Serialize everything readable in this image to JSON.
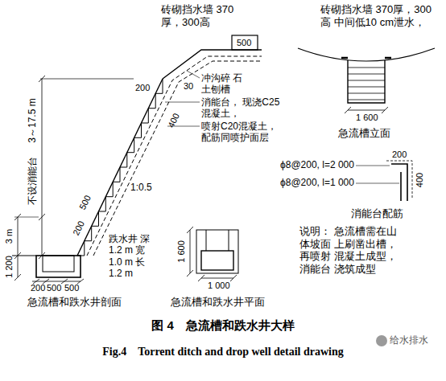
{
  "diagram": {
    "caption": "图 4　急流槽和跌水井大样",
    "labels": [
      "砖砌挡水墙 370厚，300高",
      "500",
      "30",
      "冲沟碎 石土刨槽",
      "200",
      "消能台， 现浇C25混凝土，",
      "400",
      "喷射C20混凝土， 配筋同喷护面层",
      "3～17.5 m",
      "不设消能台",
      "1:0.5",
      "500",
      "200",
      "3 m",
      "1 200",
      "跌水井 深1.2 m 宽1.0 m 长1.2 m",
      "200",
      "500",
      "500",
      "急流槽和跌水井剖面",
      "砖砌挡水墙 370厚，300高 中间低10 cm泄水，",
      "1 600",
      "急流槽立面",
      "200",
      "ϕ8@200, l=2 000",
      "ϕ8@200, l=1 000",
      "400",
      "消能台配筋",
      "1 600",
      "1 000",
      "急流槽和跌水井平面",
      "说明： 急流槽需在山体坡面 上刷凿出槽，再喷射 混凝土成型，消能台 浇筑成型",
      "Fig.4　Torrent ditch and drop well detail drawing",
      "给水排水"
    ]
  }
}
